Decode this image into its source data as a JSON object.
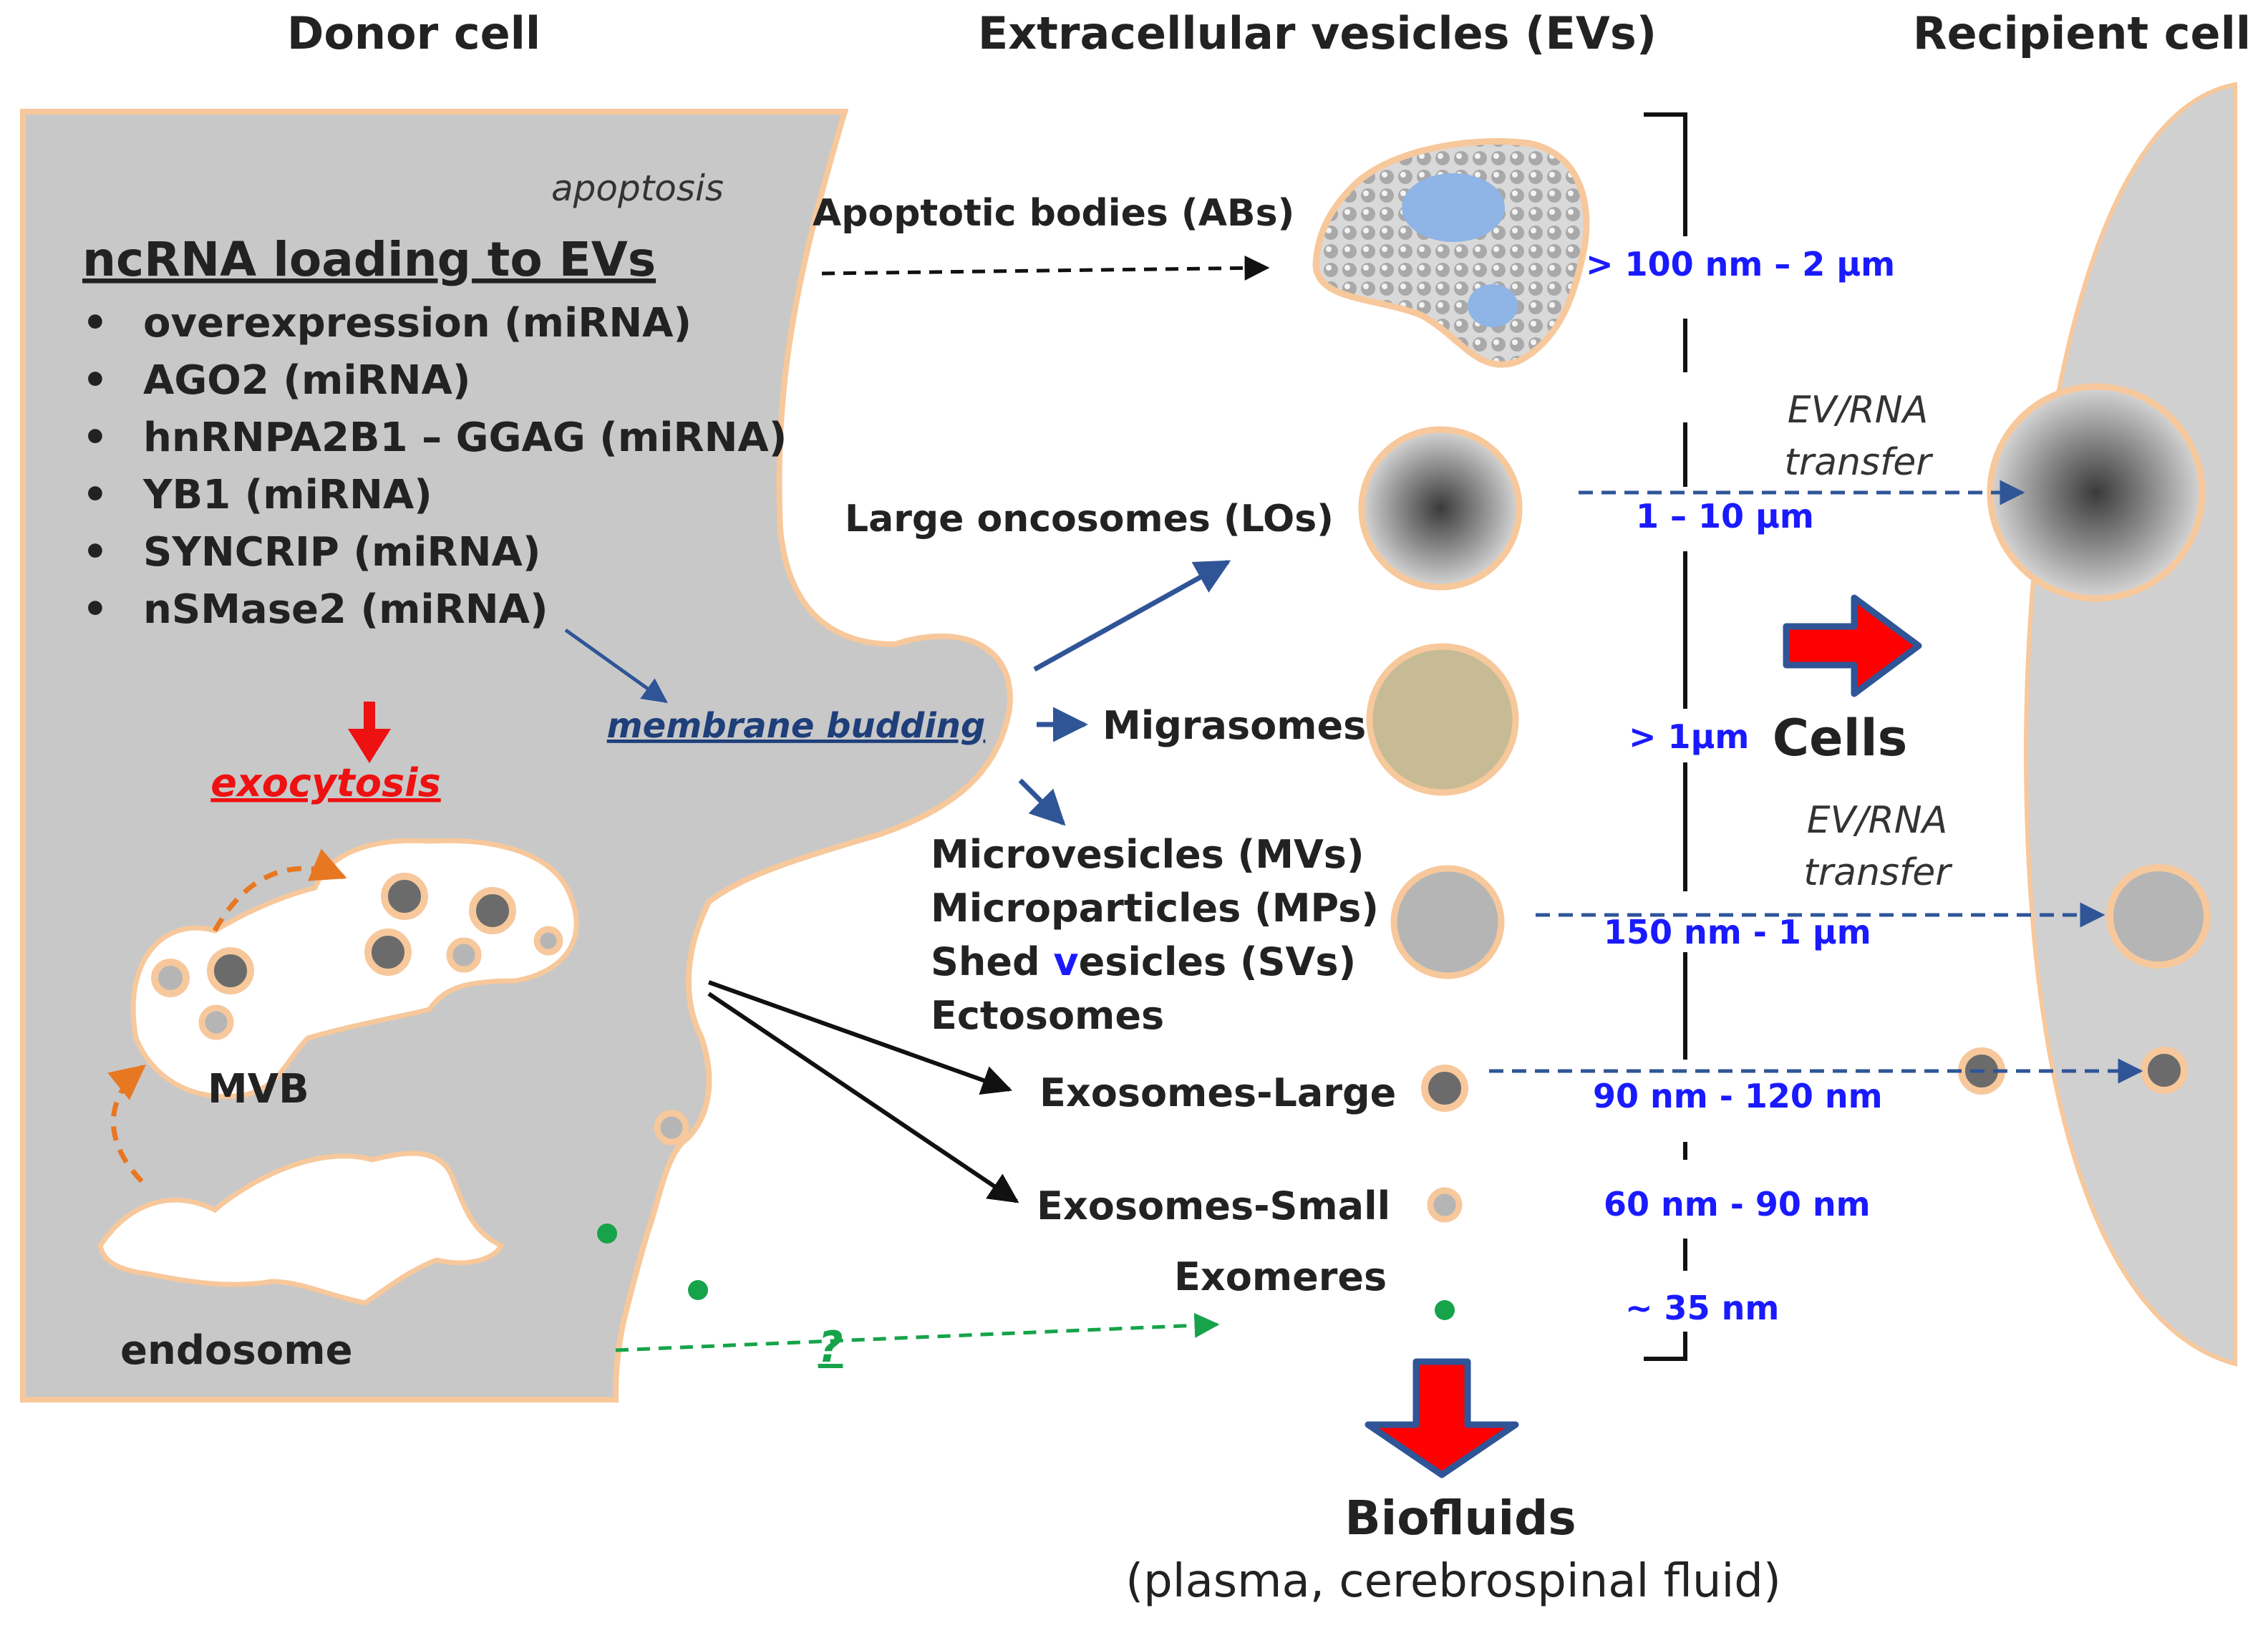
{
  "headers": {
    "donor": "Donor cell",
    "evs": "Extracellular vesicles (EVs)",
    "recipient": "Recipient cell"
  },
  "donor": {
    "apoptosis": "apoptosis",
    "loading_title": "ncRNA loading to EVs",
    "bullet": "•",
    "loading_items": [
      "overexpression (miRNA)",
      "AGO2 (miRNA)",
      "hnRNPA2B1 – GGAG (miRNA)",
      "YB1 (miRNA)",
      "SYNCRIP (miRNA)",
      "nSMase2 (miRNA)"
    ],
    "exocytosis": "exocytosis",
    "membrane_budding": "membrane budding",
    "mvb": "MVB",
    "endosome": "endosome",
    "question": "?"
  },
  "evs": {
    "apoptotic_bodies": "Apoptotic bodies (ABs)",
    "large_oncosomes": "Large oncosomes (LOs)",
    "migrasomes": "Migrasomes",
    "mv_names": {
      "microvesicles": "Microvesicles (MVs)",
      "microparticles": "Microparticles (MPs)",
      "shed_prefix": "Shed ",
      "shed_v": "v",
      "shed_suffix": "esicles (SVs)",
      "ectosomes": "Ectosomes"
    },
    "exosomes_large": "Exosomes-Large",
    "exosomes_small": "Exosomes-Small",
    "exomeres": "Exomeres"
  },
  "sizes": {
    "abs": "> 100 nm – 2 µm",
    "los": "1 – 10 µm",
    "migrasomes": "> 1µm",
    "mvs": "150 nm -  1 µm",
    "exo_large": "90 nm -  120 nm",
    "exo_small": "60 nm -  90 nm",
    "exomeres": "~ 35 nm"
  },
  "transfer": {
    "line1": "EV/RNA",
    "line2": "transfer"
  },
  "targets": {
    "cells": "Cells",
    "biofluids": "Biofluids",
    "biofluids_detail": "(plasma, cerebrospinal fluid)"
  },
  "colors": {
    "cell_gray": "#c8c8c8",
    "membrane_orange": "#f7c89b",
    "arrow_blue": "#2f5597",
    "size_blue": "#1a1aff",
    "exocytosis_red": "#ee1111",
    "dotted_orange": "#e87722",
    "exomere_green": "#16a34a",
    "migrasome_fill": "#c6bb94",
    "bleb_blue": "#8fb4e6",
    "big_arrow_red": "#ff0000",
    "big_arrow_outline": "#2f5597"
  }
}
